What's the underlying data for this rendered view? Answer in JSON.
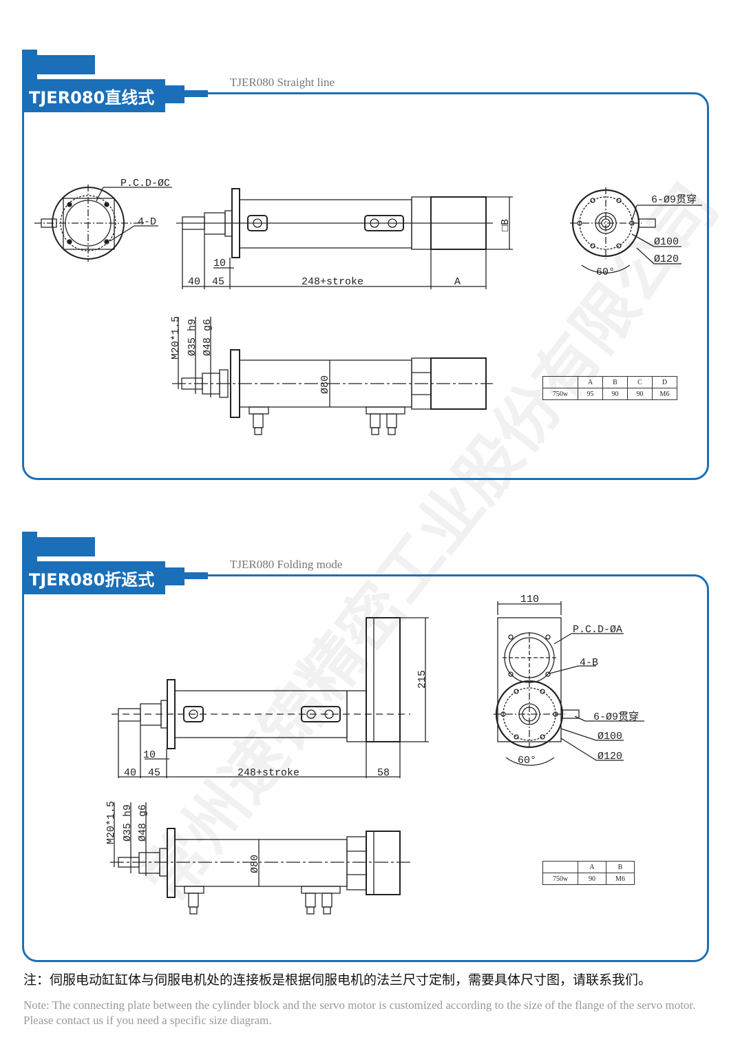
{
  "watermark": "常州速锦精密工业股份有限公司",
  "sections": [
    {
      "title": "TJER080直线式",
      "subtitle": "TJER080 Straight line",
      "front_view": {
        "pcd_label": "P.C.D-ØC",
        "hole_label": "4-D"
      },
      "side_view": {
        "dims": {
          "d1": "40",
          "d2": "45",
          "d3": "10",
          "body": "248+stroke",
          "motor": "A",
          "square": "□B"
        }
      },
      "end_view": {
        "holes": "6-Ø9贯穿",
        "d_inner": "Ø100",
        "d_outer": "Ø120",
        "angle": "60°"
      },
      "bottom_view": {
        "thread": "M20*1.5",
        "d35": "Ø35 h9",
        "d48": "Ø48 g6",
        "d80": "Ø80"
      },
      "spec_table": {
        "headers": [
          "",
          "A",
          "B",
          "C",
          "D"
        ],
        "rows": [
          [
            "750w",
            "95",
            "90",
            "90",
            "M6"
          ]
        ]
      }
    },
    {
      "title": "TJER080折返式",
      "subtitle": "TJER080 Folding mode",
      "side_view": {
        "dims": {
          "d1": "40",
          "d2": "45",
          "d3": "10",
          "body": "248+stroke",
          "motor": "58",
          "height": "215"
        }
      },
      "end_view": {
        "width": "110",
        "pcd_label": "P.C.D-ØA",
        "hole_label": "4-B",
        "holes": "6-Ø9贯穿",
        "d_inner": "Ø100",
        "d_outer": "Ø120",
        "angle": "60°"
      },
      "bottom_view": {
        "thread": "M20*1.5",
        "d35": "Ø35 h9",
        "d48": "Ø48 g6",
        "d80": "Ø80"
      },
      "spec_table": {
        "headers": [
          "",
          "A",
          "B"
        ],
        "rows": [
          [
            "750w",
            "90",
            "M6"
          ]
        ]
      }
    }
  ],
  "note": {
    "cn": "注：伺服电动缸缸体与伺服电机处的连接板是根据伺服电机的法兰尺寸定制，需要具体尺寸图，请联系我们。",
    "en": "Note: The connecting plate between the cylinder block and the servo motor is customized according to the size of the flange of the servo motor. Please contact us if you need a specific size diagram."
  },
  "colors": {
    "accent": "#1a6fb8",
    "line": "#222222",
    "subtitle": "#777777"
  }
}
